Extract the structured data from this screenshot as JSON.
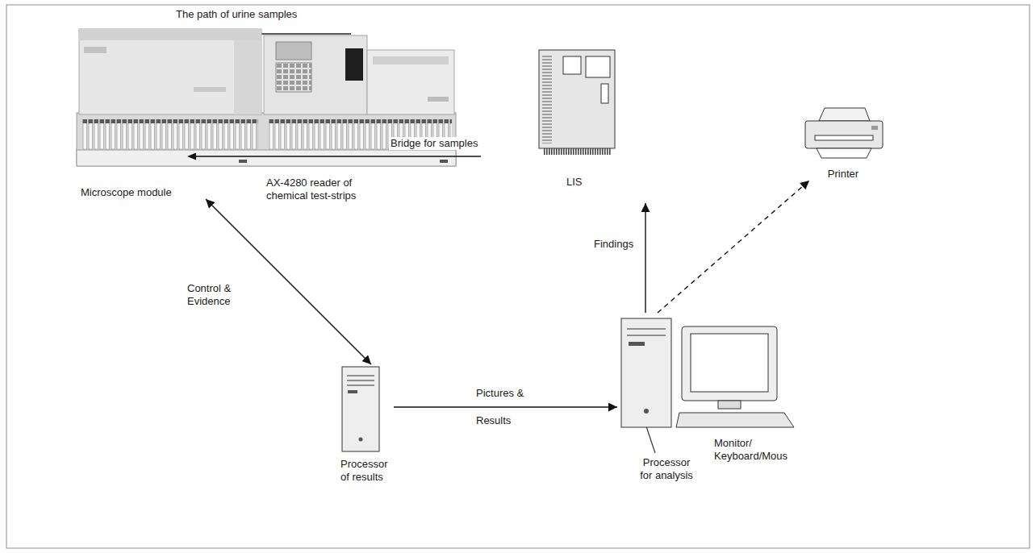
{
  "diagram": {
    "nodes": [
      {
        "text": [
          "Microscope module"
        ]
      },
      {
        "text": [
          "AX-4280 reader of chemical test-strips"
        ]
      },
      {
        "text": [
          "LIS"
        ]
      },
      {
        "text": [
          "Printer"
        ]
      },
      {
        "text": [
          "Processor of results"
        ]
      },
      {
        "text": [
          "Monitor/ Keyboard/Mous"
        ]
      }
    ],
    "edges": [
      {
        "from": 0,
        "to": 4,
        "arrow": "both",
        "label": "Control & Evidence"
      },
      {
        "from": 4,
        "to": 5,
        "arrow": "to",
        "label": "Pictures & Results"
      },
      {
        "from": 5,
        "to": 2,
        "arrow": "to",
        "label": "Findings"
      },
      {
        "from": 5,
        "to": 3,
        "arrow": "to"
      }
    ],
    "labels": [
      "The path of urine samples",
      "Bridge for samples",
      "Processor for analysis"
    ]
  }
}
